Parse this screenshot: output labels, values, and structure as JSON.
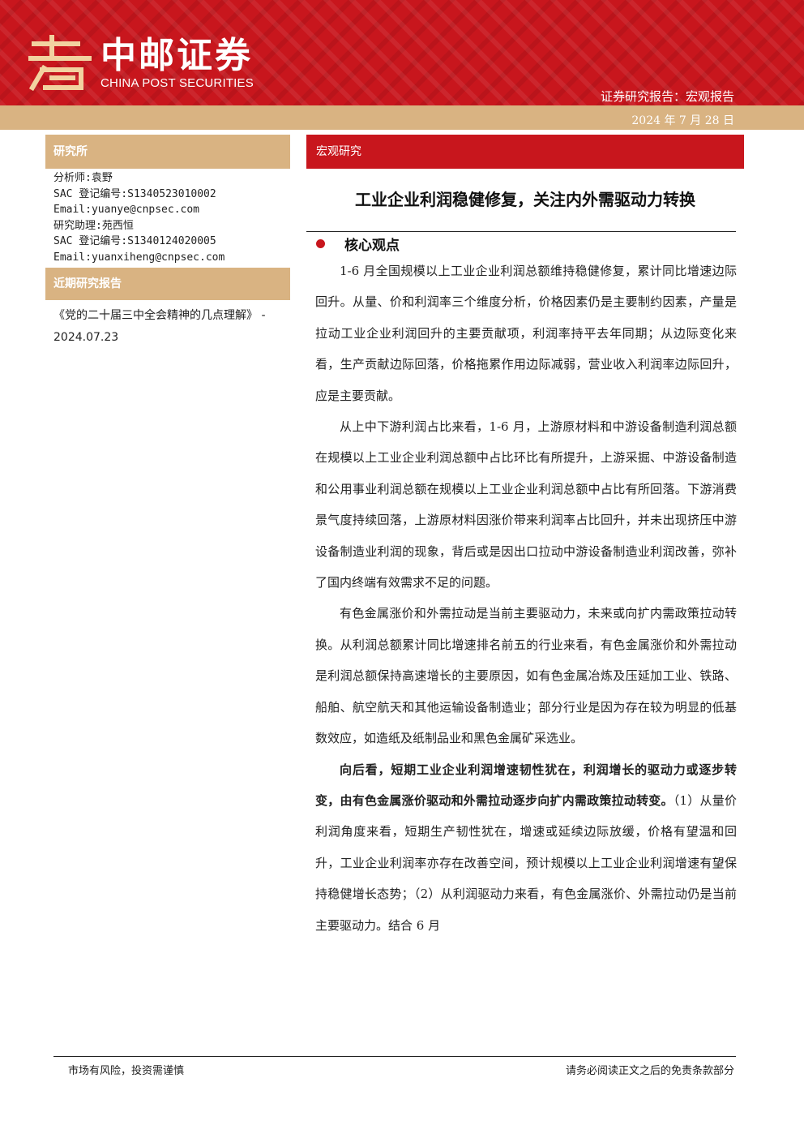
{
  "header": {
    "logo_cn": "中邮证券",
    "logo_en": "CHINA POST SECURITIES",
    "report_type": "证券研究报告：宏观报告",
    "date": "2024 年 7 月 28 日",
    "brand_color": "#c8161d",
    "accent_color": "#d9b382"
  },
  "sidebar": {
    "institute_title": "研究所",
    "analyst_lines": [
      "分析师:袁野",
      "SAC 登记编号:S1340523010002",
      "Email:yuanye@cnpsec.com",
      "研究助理:苑西恒",
      "SAC 登记编号:S1340124020005",
      "Email:yuanxiheng@cnpsec.com"
    ],
    "recent_title": "近期研究报告",
    "recent_report": "《党的二十届三中全会精神的几点理解》 - 2024.07.23"
  },
  "main": {
    "section": "宏观研究",
    "title": "工业企业利润稳健修复，关注内外需驱动力转换",
    "core_label": "核心观点",
    "paragraphs": [
      "1-6 月全国规模以上工业企业利润总额维持稳健修复，累计同比增速边际回升。从量、价和利润率三个维度分析，价格因素仍是主要制约因素，产量是拉动工业企业利润回升的主要贡献项，利润率持平去年同期；从边际变化来看，生产贡献边际回落，价格拖累作用边际减弱，营业收入利润率边际回升，应是主要贡献。",
      "从上中下游利润占比来看，1-6 月，上游原材料和中游设备制造利润总额在规模以上工业企业利润总额中占比环比有所提升，上游采掘、中游设备制造和公用事业利润总额在规模以上工业企业利润总额中占比有所回落。下游消费景气度持续回落，上游原材料因涨价带来利润率占比回升，并未出现挤压中游设备制造业利润的现象，背后或是因出口拉动中游设备制造业利润改善，弥补了国内终端有效需求不足的问题。",
      "有色金属涨价和外需拉动是当前主要驱动力，未来或向扩内需政策拉动转换。从利润总额累计同比增速排名前五的行业来看，有色金属涨价和外需拉动是利润总额保持高速增长的主要原因，如有色金属冶炼及压延加工业、铁路、船舶、航空航天和其他运输设备制造业；部分行业是因为存在较为明显的低基数效应，如造纸及纸制品业和黑色金属矿采选业。"
    ],
    "p4_bold": "向后看，短期工业企业利润增速韧性犹在，利润增长的驱动力或逐步转变，由有色金属涨价驱动和外需拉动逐步向扩内需政策拉动转变。",
    "p4_rest": "（1）从量价利润角度来看，短期生产韧性犹在，增速或延续边际放缓，价格有望温和回升，工业企业利润率亦存在改善空间，预计规模以上工业企业利润增速有望保持稳健增长态势；（2）从利润驱动力来看，有色金属涨价、外需拉动仍是当前主要驱动力。结合 6 月"
  },
  "footer": {
    "left": "市场有风险，投资需谨慎",
    "right": "请务必阅读正文之后的免责条款部分"
  }
}
